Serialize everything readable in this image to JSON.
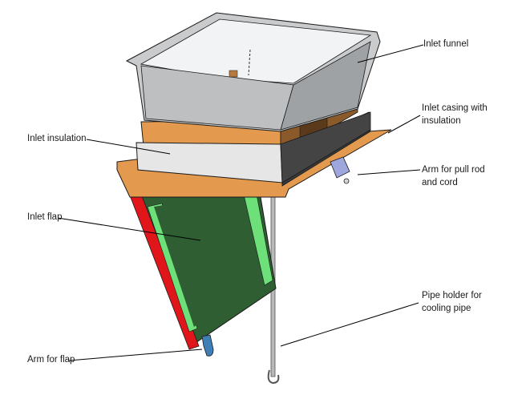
{
  "labels": {
    "inlet_funnel": "Inlet funnel",
    "inlet_casing_line1": "Inlet casing with",
    "inlet_casing_line2": "insulation",
    "inlet_insulation": "Inlet insulation",
    "arm_pull_line1": "Arm for pull rod",
    "arm_pull_line2": "and cord",
    "inlet_flap": "Inlet flap",
    "pipe_holder_line1": "Pipe holder for",
    "pipe_holder_line2": "cooling pipe",
    "arm_flap": "Arm for flap"
  },
  "colors": {
    "funnel": "#c9cbcd",
    "funnel_inner": "#f2f3f4",
    "casing": "#e39a4f",
    "casing_dark": "#3a3a3a",
    "insulation": "#e6e6e6",
    "flap": "#2f5e33",
    "flap_edge_red": "#e0161b",
    "flap_edge_green": "#6ee07a",
    "arm_blue": "#3f7fb5",
    "arm_purple": "#9ea6de",
    "line": "#000000"
  }
}
